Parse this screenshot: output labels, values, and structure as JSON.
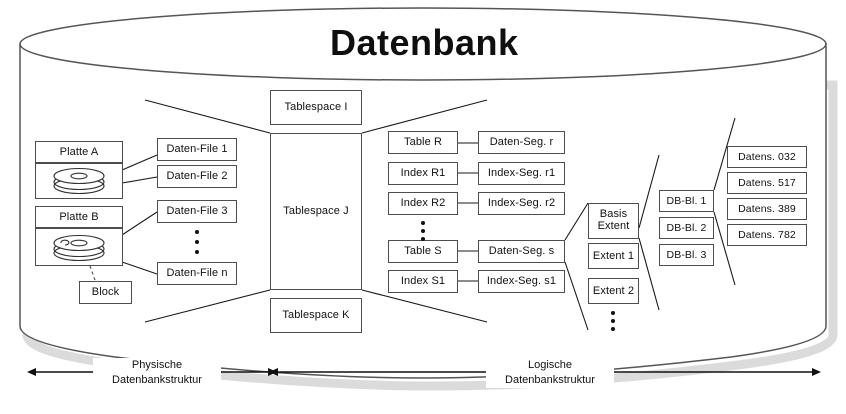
{
  "diagram": {
    "title": "Datenbank",
    "ellipsis_marker": "vertical-ellipsis"
  },
  "physical": {
    "disks": [
      {
        "label": "Platte A",
        "icon": "disk-platter-icon"
      },
      {
        "label": "Platte B",
        "icon": "disk-platter-icon"
      }
    ],
    "block": {
      "label": "Block"
    },
    "data_files": [
      {
        "label": "Daten-File 1"
      },
      {
        "label": "Daten-File 2"
      },
      {
        "label": "Daten-File 3"
      },
      {
        "label": "Daten-File n"
      }
    ]
  },
  "tablespaces": [
    {
      "label": "Tablespace I"
    },
    {
      "label": "Tablespace J"
    },
    {
      "label": "Tablespace K"
    }
  ],
  "objects": [
    {
      "label": "Table R"
    },
    {
      "label": "Index R1"
    },
    {
      "label": "Index R2"
    },
    {
      "label": "Table S"
    },
    {
      "label": "Index S1"
    }
  ],
  "segments": [
    {
      "label": "Daten-Seg. r"
    },
    {
      "label": "Index-Seg. r1"
    },
    {
      "label": "Index-Seg. r2"
    },
    {
      "label": "Daten-Seg. s"
    },
    {
      "label": "Index-Seg. s1"
    }
  ],
  "extents": [
    {
      "label_line1": "Basis",
      "label_line2": "Extent"
    },
    {
      "label": "Extent 1"
    },
    {
      "label": "Extent 2"
    }
  ],
  "db_blocks": [
    {
      "label": "DB-Bl. 1"
    },
    {
      "label": "DB-Bl. 2"
    },
    {
      "label": "DB-Bl. 3"
    }
  ],
  "records": [
    {
      "label": "Datens. 032"
    },
    {
      "label": "Datens. 517"
    },
    {
      "label": "Datens. 389"
    },
    {
      "label": "Datens. 782"
    }
  ],
  "axes": [
    {
      "line1": "Physische",
      "line2": "Datenbankstruktur"
    },
    {
      "line1": "Logische",
      "line2": "Datenbankstruktur"
    }
  ],
  "colors": {
    "stroke": "#4d4d4d",
    "line": "#1a1a1a",
    "text": "#111111",
    "background": "#ffffff"
  }
}
